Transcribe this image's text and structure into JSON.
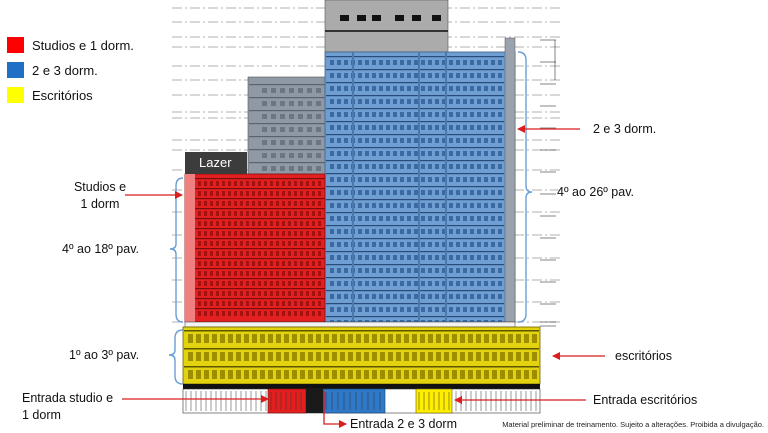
{
  "legend": [
    {
      "label": "Studios e 1 dorm.",
      "color": "#ff0000",
      "icon": "red-square-icon"
    },
    {
      "label": "2 e 3 dorm.",
      "color": "#1f6fc4",
      "icon": "blue-square-icon"
    },
    {
      "label": "Escritórios",
      "color": "#ffff00",
      "icon": "yellow-square-icon"
    }
  ],
  "labels": {
    "lazer": "Lazer",
    "studios_line1": "Studios e",
    "studios_line2": "1 dorm",
    "floors_4_18": "4º ao 18º pav.",
    "units_2_3": "2 e 3 dorm.",
    "floors_4_26": "4º ao 26º pav.",
    "floors_1_3": "1º ao 3º pav.",
    "offices": "escritórios",
    "entry_studio_line1": "Entrada studio e",
    "entry_studio_line2": "1 dorm",
    "entry_offices": "Entrada escritórios",
    "entry_2_3": "Entrada 2 e 3 dorm"
  },
  "colors": {
    "studio_red": "#e31f1f",
    "units_blue": "#6f9fd2",
    "office_yellow": "#e3d20e",
    "arrow_red": "#d81e1e",
    "bracket_blue": "#6a9fd6"
  },
  "disclaimer": "Material preliminar de treinamento. Sujeito a alterações. Proibida a divulgação."
}
